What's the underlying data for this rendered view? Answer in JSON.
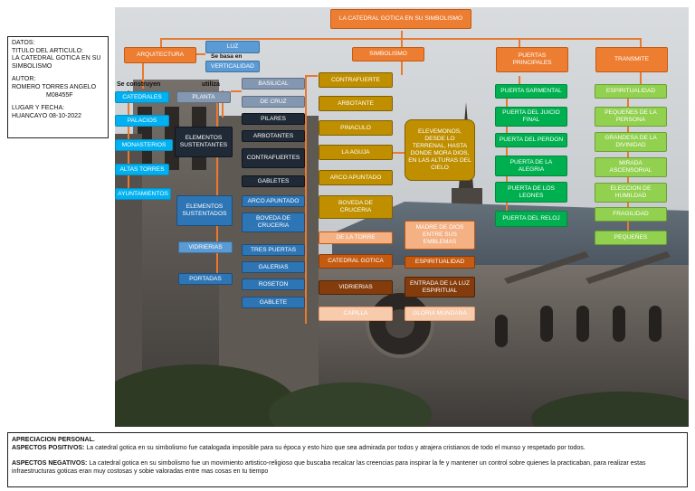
{
  "info": {
    "datos": "DATOS:",
    "titulo_label": "TITULO DEL ARTICULO:",
    "titulo": "LA CATEDRAL GOTICA EN SU SIMBOLISMO",
    "autor_label": "AUTOR:",
    "autor": "ROMERO TORRES ANGELO",
    "codigo": "M08455F",
    "lugar_label": "LUGAR Y FECHA:",
    "lugar": "HUANCAYO 08-10-2022"
  },
  "map": {
    "root": "LA CATEDRAL GOTICA EN SU SIMBOLISMO",
    "arquitectura": "ARQUITECTURA",
    "luz": "LUZ",
    "se_basa_en": "Se basa en",
    "verticalidad": "VERTICALIDAD",
    "se_construyen": "Se construyen",
    "utiliza": "utiliza",
    "planta": "PLANTA",
    "buildings": [
      "CATEDRALES",
      "PALACIOS",
      "MONASTERIOS",
      "ALTAS TORRES",
      "AYUNTAMIENTOS"
    ],
    "planta_items": [
      "BASILICAL",
      "DE CRUZ"
    ],
    "sustentantes_1": "ELEMENTOS SUSTENTANTES",
    "sustentantes_1_items": [
      "PILARES",
      "ARBOTANTES",
      "CONTRAFUERTES",
      "GABLETES"
    ],
    "sustentantes_2": "ELEMENTOS SUSTENTADOS",
    "sustentantes_2_items": [
      "ARCO APUNTADO",
      "BOVEDA DE CRUCERIA"
    ],
    "vidrierias": "VIDRIERIAS",
    "portadas": "PORTADAS",
    "portadas_items": [
      "TRES PUERTAS",
      "GALERIAS",
      "ROSETON",
      "GABLETE"
    ],
    "simbolismo": "SIMBOLISMO",
    "simbolismo_items": [
      "CONTRAFUERTE",
      "ARBOTANTE",
      "PINACULO",
      "LA AGUJA",
      "ARCO APUNTADO",
      "BOVEDA DE CRUCERIA"
    ],
    "simbolismo_meaning": "ELEVEMONOS, DESDE LO TERRENAL, HASTA DONDE MORA DIOS, EN LAS ALTURAS DEL CIELO",
    "de_la_torre": "DE LA TORRE",
    "madre_de_dios": "MADRE DE DIOS ENTRE SUS EMBLEMAS",
    "catedral_gotica": "CATEDRAL GOTICA",
    "espiritualidad": "ESPIRITUALIDAD",
    "vidrierias_2": "VIDRIERIAS",
    "entrada_luz": "ENTRADA DE LA LUZ ESPIRITUAL",
    "capilla": "CAPILLA",
    "gloria_mundana": "GLORIA MUNDANA",
    "puertas": "PUERTAS PRINCIPALES",
    "puertas_items": [
      "PUERTA SARMENTAL",
      "PUERTA DEL JUICIO FINAL",
      "PUERTA DEL PERDON",
      "PUERTA DE LA ALEGRIA",
      "PUERTA DE LOS LEONES",
      "PUERTA DEL RELOJ"
    ],
    "transmite": "TRANSMITE",
    "transmite_items": [
      "ESPIRITUALIDAD",
      "PEQUEÑES DE LA PERSONA",
      "GRANDESA DE LA DIVINIDAD",
      "MIRADA ASCENSORIAL",
      "ELECCION DE HUMILDAD",
      "FRAGILIDAD",
      "PEQUEÑES"
    ]
  },
  "footer": {
    "title": "APRECIACION PERSONAL.",
    "pos_label": "ASPECTOS POSITIVOS:",
    "pos_text": "La catedral gotica en su simbolismo fue catalogada imposible para su época y esto hizo que sea admirada por todos y atrajera cristianos de todo el munso y respetado por todos.",
    "neg_label": "ASPECTOS NEGATIVOS:",
    "neg_text": "La catedral gotica en su simbolismo fue un movimiento artistico-religioso que buscaba recalcar las creencias para inspirar la fe y mantener un control sobre quienes la practicaban, para realizar estas infraestructuras goticas eran muy costosas y sobie valoradas entre mas cosas en tu tiempo"
  },
  "colors": {
    "connector": "#e8792f",
    "orange": "#ed7d31",
    "light_blue": "#5b9bd5",
    "cyan": "#00b0f0",
    "slate": "#8497b0",
    "dark": "#1f2a36",
    "gold": "#bf8f00",
    "green": "#00b050",
    "light_green": "#92d050"
  }
}
